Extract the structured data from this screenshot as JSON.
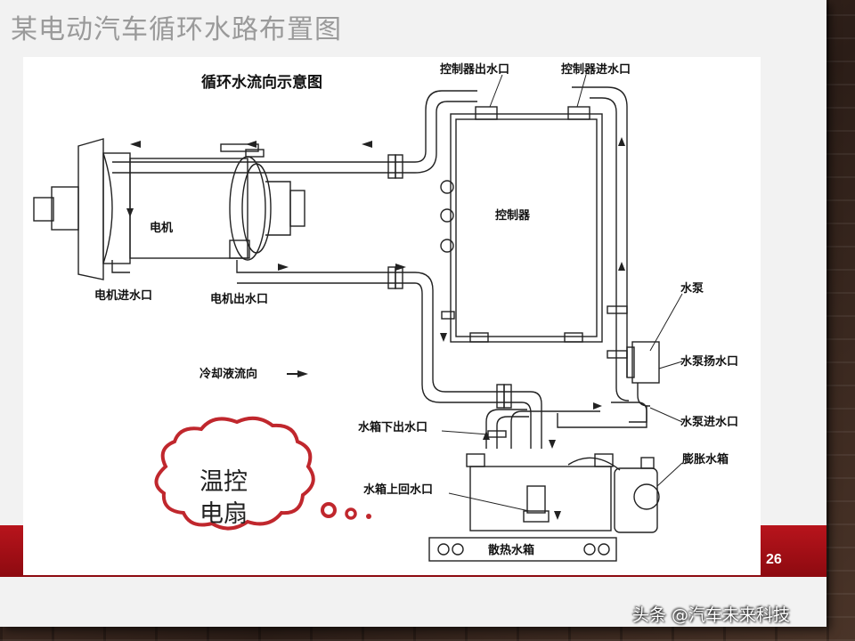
{
  "slide": {
    "title": "某电动汽车循环水路布置图",
    "page_number": "26",
    "watermark": "头条 @汽车未来科技"
  },
  "diagram": {
    "heading": "循环水流向示意图",
    "labels": {
      "motor": "电机",
      "motor_inlet": "电机进水口",
      "motor_outlet": "电机出水口",
      "controller": "控制器",
      "controller_outlet": "控制器出水口",
      "controller_inlet": "控制器进水口",
      "pump": "水泵",
      "pump_outlet": "水泵扬水口",
      "pump_inlet": "水泵进水口",
      "tank_lower_outlet": "水箱下出水口",
      "tank_upper_return": "水箱上回水口",
      "expansion_tank": "膨胀水箱",
      "radiator": "散热水箱",
      "coolant_flow": "冷却液流向"
    },
    "callout": {
      "line1": "温控",
      "line2": "电扇",
      "color": "#c0272d"
    }
  }
}
